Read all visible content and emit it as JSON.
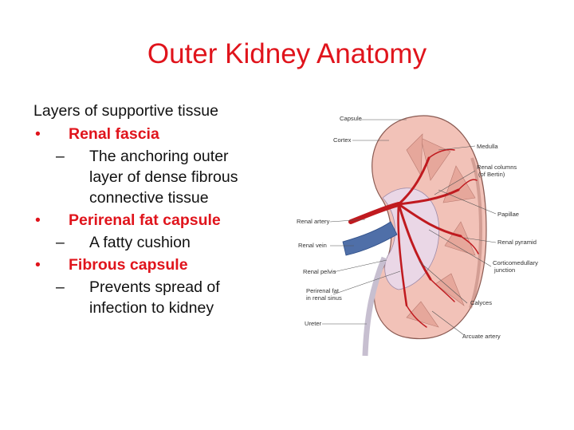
{
  "slide": {
    "title": "Outer Kidney Anatomy",
    "intro": "Layers of supportive tissue",
    "bullets": [
      {
        "heading": "Renal fascia",
        "detail": "The anchoring outer layer of dense fibrous connective tissue"
      },
      {
        "heading": "Perirenal fat capsule",
        "detail": "A fatty cushion"
      },
      {
        "heading": "Fibrous capsule",
        "detail": "Prevents spread of infection to kidney"
      }
    ],
    "bullet_symbol": "•",
    "dash_symbol": "–"
  },
  "diagram": {
    "labels": {
      "capsule": "Capsule",
      "cortex": "Cortex",
      "medulla": "Medulla",
      "renal_columns_1": "Renal columns",
      "renal_columns_2": "(of Bertin)",
      "papillae": "Papillae",
      "renal_artery": "Renal artery",
      "renal_vein": "Renal vein",
      "renal_pyramid": "Renal pyramid",
      "corticomedullary_1": "Corticomedullary",
      "corticomedullary_2": "junction",
      "renal_pelvis": "Renal pelvis",
      "perirenal_fat_1": "Perirenal fat",
      "perirenal_fat_2": "in renal sinus",
      "calyces": "Calyces",
      "ureter": "Ureter",
      "arcuate_artery": "Arcuate artery"
    },
    "colors": {
      "cortex": "#f2c2b8",
      "medulla": "#e6a79b",
      "sinus": "#ead7e6",
      "artery": "#c01a1f",
      "vein": "#4f6fa8",
      "title": "#e0141c"
    }
  }
}
